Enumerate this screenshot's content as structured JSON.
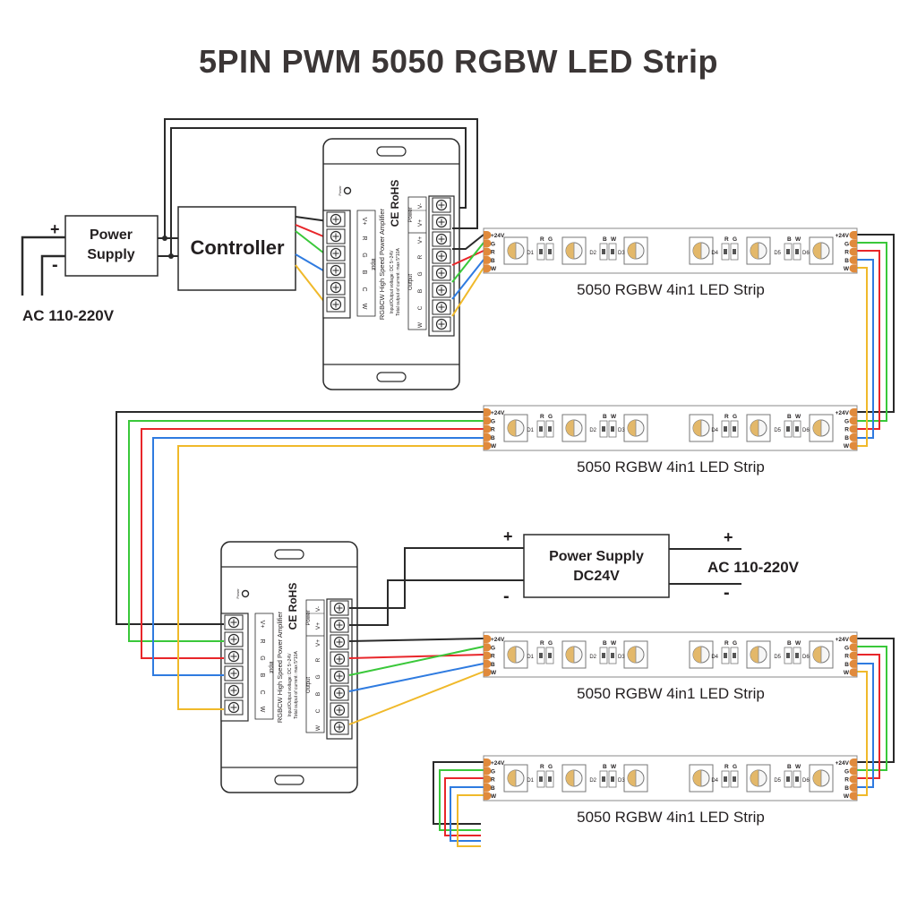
{
  "title": "5PIN PWM 5050 RGBW LED Strip",
  "colors": {
    "black": "#2a2a2a",
    "green": "#3ac83a",
    "red": "#e8262a",
    "blue": "#2f7be0",
    "yellow": "#f0b92a",
    "pad": "#e08a3c"
  },
  "power_supply_1": {
    "label_line1": "Power",
    "label_line2": "Supply",
    "plus": "+",
    "minus": "-",
    "ac_label": "AC 110-220V"
  },
  "controller": {
    "label": "Controller"
  },
  "amplifier": {
    "brand": "Power",
    "name": "RGBCW High Speed Power Amplifier",
    "spec1": "Input/Output voltage: DC 5~24V",
    "spec2": "Total output of current: max 5*10A",
    "cert": "CE RoHS",
    "input_header": "Input",
    "input_pins": [
      "V+",
      "R",
      "G",
      "B",
      "C",
      "W"
    ],
    "power_header": "Power",
    "power_pins": [
      "V-",
      "V+"
    ],
    "output_header": "Output",
    "output_pins": [
      "V+",
      "R",
      "G",
      "B",
      "C",
      "W"
    ]
  },
  "power_supply_2": {
    "label_line1": "Power Supply",
    "label_line2": "DC24V",
    "plus": "+",
    "minus": "-",
    "ac_label": "AC 110-220V"
  },
  "strip": {
    "label": "5050 RGBW 4in1 LED Strip",
    "pins": [
      "+24V",
      "G",
      "R",
      "B",
      "W"
    ],
    "resistor_labels": [
      [
        "R",
        "G"
      ],
      [
        "B",
        "W"
      ],
      [
        "R",
        "G"
      ],
      [
        "B",
        "W"
      ]
    ],
    "diode_labels": [
      "D1",
      "D2",
      "D3",
      "D4",
      "D5",
      "D6"
    ]
  },
  "strips": [
    {
      "label": "5050 RGBW 4in1 LED Strip"
    },
    {
      "label": "5050 RGBW 4in1 LED Strip"
    },
    {
      "label": "5050 RGBW 4in1 LED Strip"
    },
    {
      "label": "5050 RGBW 4in1 LED Strip"
    }
  ]
}
